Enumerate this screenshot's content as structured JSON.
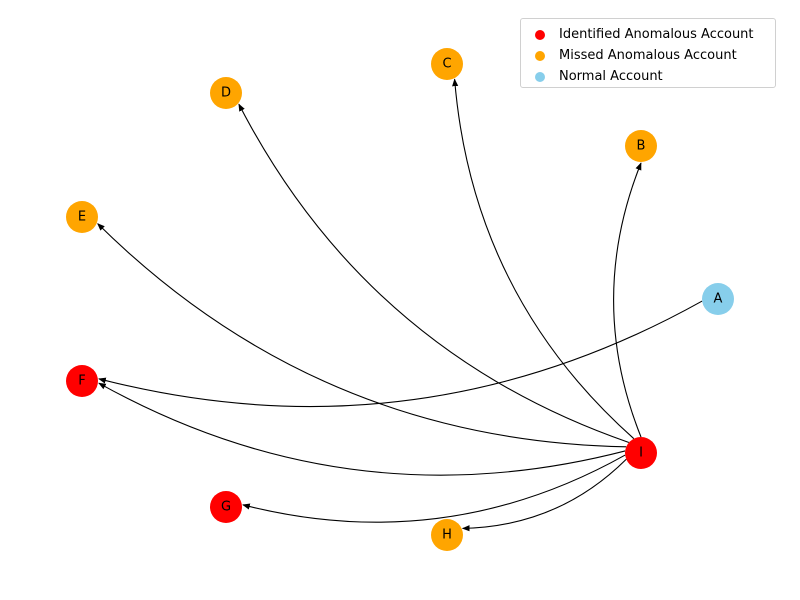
{
  "colors": {
    "identified": "#ff0000",
    "missed": "#ffa500",
    "normal": "#87ceeb",
    "edge": "#000000"
  },
  "legend": [
    {
      "label": "Identified Anomalous Account",
      "category": "identified"
    },
    {
      "label": "Missed Anomalous Account",
      "category": "missed"
    },
    {
      "label": "Normal Account",
      "category": "normal"
    }
  ],
  "nodes": [
    {
      "id": "A",
      "label": "A",
      "category": "normal"
    },
    {
      "id": "B",
      "label": "B",
      "category": "missed"
    },
    {
      "id": "C",
      "label": "C",
      "category": "missed"
    },
    {
      "id": "D",
      "label": "D",
      "category": "missed"
    },
    {
      "id": "E",
      "label": "E",
      "category": "missed"
    },
    {
      "id": "F",
      "label": "F",
      "category": "identified"
    },
    {
      "id": "G",
      "label": "G",
      "category": "identified"
    },
    {
      "id": "H",
      "label": "H",
      "category": "missed"
    },
    {
      "id": "I",
      "label": "I",
      "category": "identified"
    }
  ],
  "edges": [
    {
      "source": "A",
      "target": "F"
    },
    {
      "source": "I",
      "target": "B"
    },
    {
      "source": "I",
      "target": "C"
    },
    {
      "source": "I",
      "target": "D"
    },
    {
      "source": "I",
      "target": "E"
    },
    {
      "source": "I",
      "target": "F"
    },
    {
      "source": "I",
      "target": "G"
    },
    {
      "source": "I",
      "target": "H"
    }
  ]
}
